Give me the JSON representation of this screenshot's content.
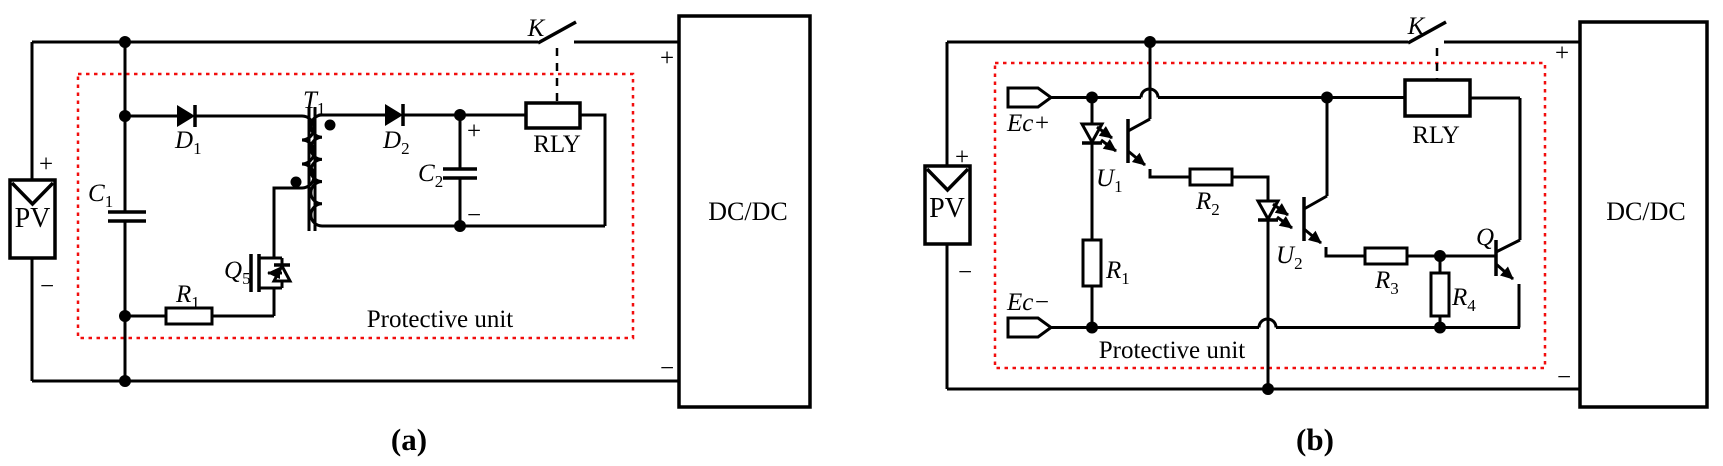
{
  "colors": {
    "wire": "#000000",
    "boundary": "#f10e0e",
    "ink": "#000000",
    "background": "#ffffff"
  },
  "circuit_a": {
    "caption": "(a)",
    "pv_label": "PV",
    "pv_plus": "+",
    "pv_minus": "−",
    "switch_label": "K",
    "relay_label": "RLY",
    "dcdc_label": "DC/DC",
    "dcdc_plus": "+",
    "dcdc_minus": "−",
    "cap2_plus": "+",
    "cap2_minus": "−",
    "protective_unit_label": "Protective unit",
    "refs": {
      "d1": {
        "base": "D",
        "sub": "1"
      },
      "c1": {
        "base": "C",
        "sub": "1"
      },
      "t1": {
        "base": "T",
        "sub": "1"
      },
      "d2": {
        "base": "D",
        "sub": "2"
      },
      "c2": {
        "base": "C",
        "sub": "2"
      },
      "q5": {
        "base": "Q",
        "sub": "5"
      },
      "r1": {
        "base": "R",
        "sub": "1"
      }
    }
  },
  "circuit_b": {
    "caption": "(b)",
    "pv_label": "PV",
    "pv_plus": "+",
    "pv_minus": "−",
    "switch_label": "K",
    "relay_label": "RLY",
    "dcdc_label": "DC/DC",
    "dcdc_plus": "+",
    "dcdc_minus": "−",
    "ec_plus": "Ec+",
    "ec_minus": "Ec−",
    "protective_unit_label": "Protective unit",
    "refs": {
      "u1": {
        "base": "U",
        "sub": "1"
      },
      "r1": {
        "base": "R",
        "sub": "1"
      },
      "r2": {
        "base": "R",
        "sub": "2"
      },
      "u2": {
        "base": "U",
        "sub": "2"
      },
      "r3": {
        "base": "R",
        "sub": "3"
      },
      "r4": {
        "base": "R",
        "sub": "4"
      },
      "q": {
        "base": "Q",
        "sub": ""
      }
    }
  }
}
